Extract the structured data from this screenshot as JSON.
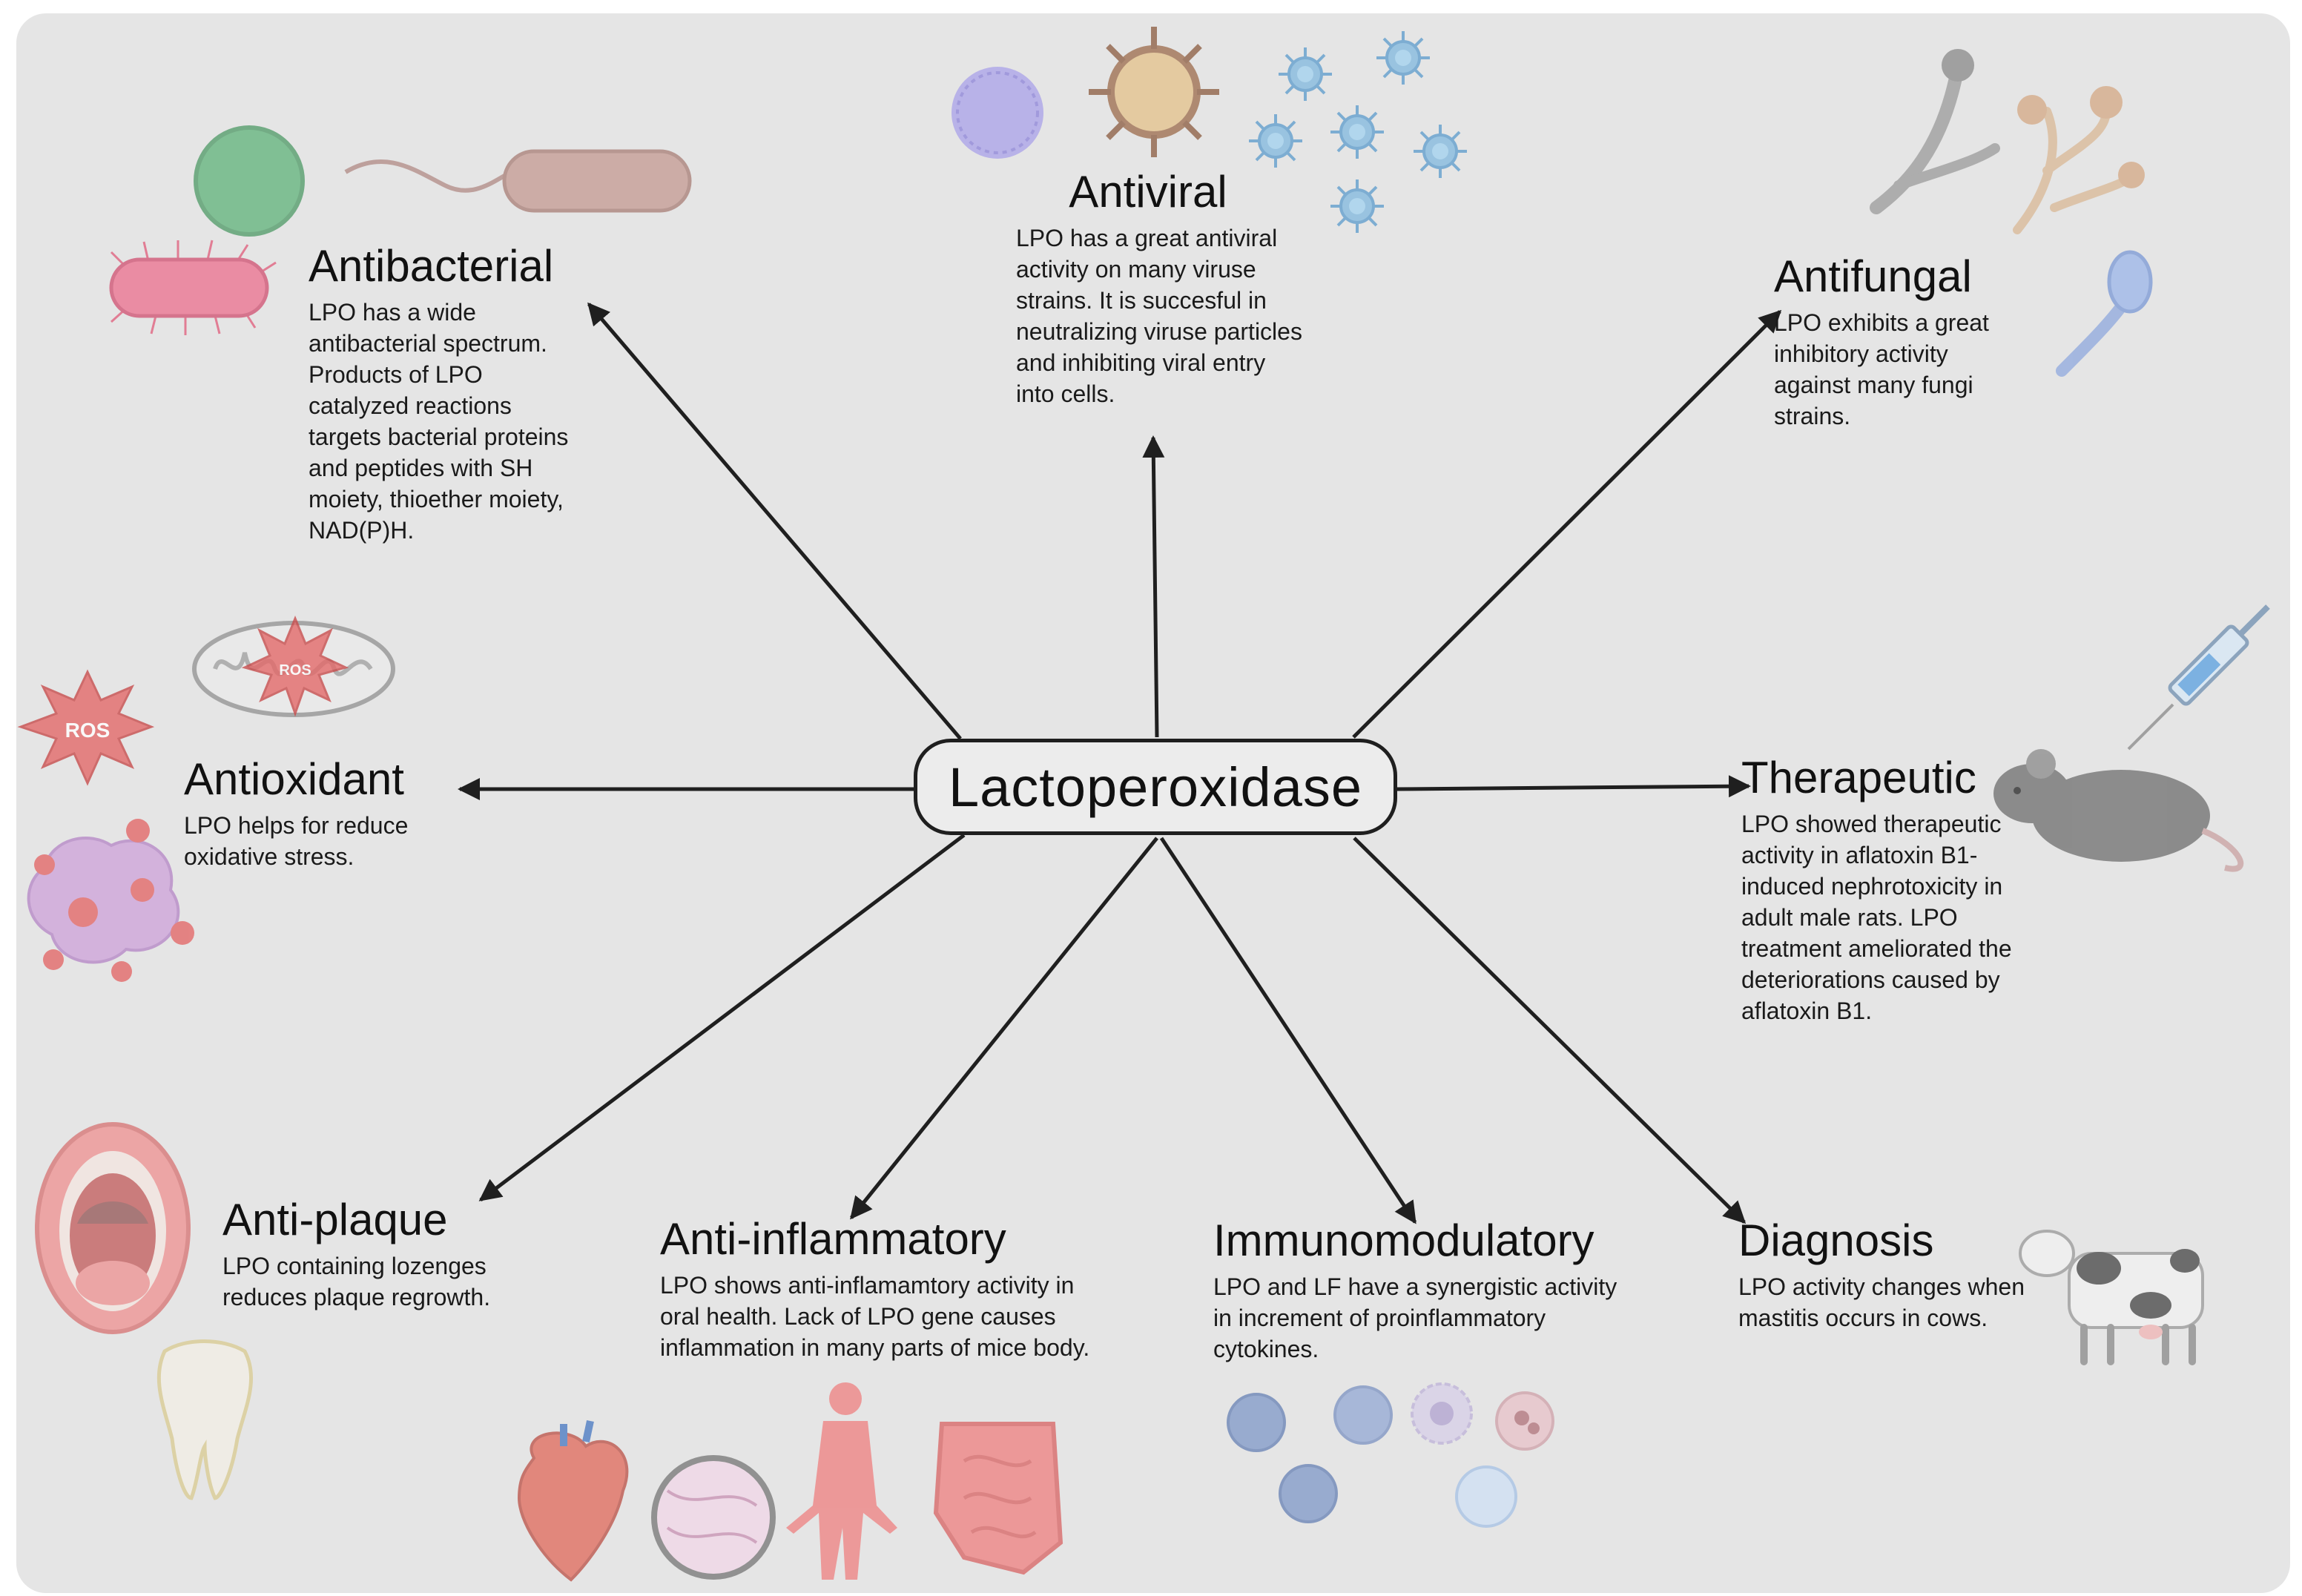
{
  "center": {
    "label": "Lactoperoxidase"
  },
  "nodes": {
    "antibacterial": {
      "title": "Antibacterial",
      "description": "LPO has a wide antibacterial spectrum. Products of LPO catalyzed reactions targets bacterial proteins and peptides with SH moiety, thioether moiety, NAD(P)H."
    },
    "antiviral": {
      "title": "Antiviral",
      "description": "LPO has a great antiviral activity on many viruse strains. It is succesful in neutralizing viruse particles and inhibiting viral entry into cells."
    },
    "antifungal": {
      "title": "Antifungal",
      "description": "LPO exhibits a great inhibitory activity against many fungi strains."
    },
    "antioxidant": {
      "title": "Antioxidant",
      "description": "LPO helps for reduce oxidative stress."
    },
    "therapeutic": {
      "title": "Therapeutic",
      "description": "LPO showed therapeutic activity in aflatoxin B1-induced nephrotoxicity in adult male rats. LPO treatment ameliorated the deteriorations caused by aflatoxin B1."
    },
    "antiplaque": {
      "title": "Anti-plaque",
      "description": "LPO containing lozenges reduces plaque regrowth."
    },
    "antiinflammatory": {
      "title": "Anti-inflammatory",
      "description": "LPO shows anti-inflamamtory activity in oral health. Lack of LPO gene causes inflammation in many parts of mice body."
    },
    "immunomodulatory": {
      "title": "Immunomodulatory",
      "description": "LPO and LF have a synergistic activity in increment of proinflammatory cytokines."
    },
    "diagnosis": {
      "title": "Diagnosis",
      "description": "LPO activity changes when mastitis occurs in cows."
    }
  },
  "illustrations": {
    "ros_text": "ROS",
    "icons": [
      "bacteria-icon",
      "virus-icon",
      "fungi-icon",
      "mitochondria-icon",
      "ros-burst-icon",
      "syringe-icon",
      "mouse-icon",
      "mouth-icon",
      "tooth-icon",
      "heart-icon",
      "tissue-icon",
      "human-body-icon",
      "intestine-icon",
      "immune-cells-icon",
      "cow-icon"
    ]
  },
  "colors": {
    "background": "#e5e5e5",
    "arrow": "#1f1f1f",
    "text": "#111111"
  }
}
